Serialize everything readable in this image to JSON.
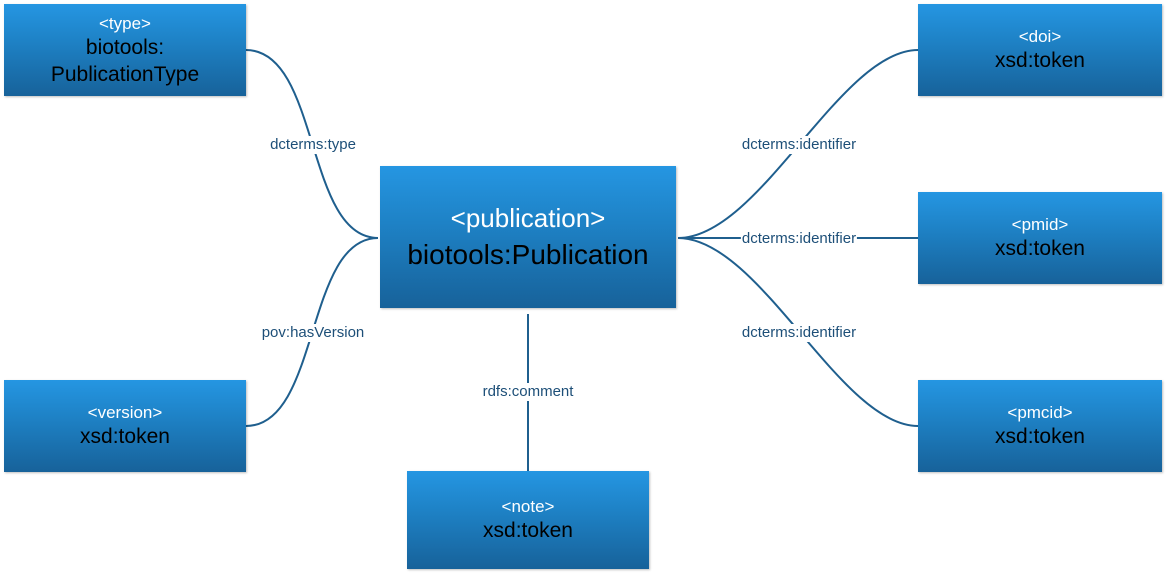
{
  "center": {
    "line1": "<publication>",
    "line2": "biotools:Publication"
  },
  "nodes": {
    "type": {
      "line1": "<type>",
      "line2": "biotools:",
      "line3": "PublicationType"
    },
    "version": {
      "line1": "<version>",
      "line2": "xsd:token"
    },
    "note": {
      "line1": "<note>",
      "line2": "xsd:token"
    },
    "doi": {
      "line1": "<doi>",
      "line2": "xsd:token"
    },
    "pmid": {
      "line1": "<pmid>",
      "line2": "xsd:token"
    },
    "pmcid": {
      "line1": "<pmcid>",
      "line2": "xsd:token"
    }
  },
  "edges": {
    "type": "dcterms:type",
    "version": "pov:hasVersion",
    "note": "rdfs:comment",
    "doi": "dcterms:identifier",
    "pmid": "dcterms:identifier",
    "pmcid": "dcterms:identifier"
  },
  "colors": {
    "node_top": "#2596e2",
    "node_bottom": "#17629a",
    "edge": "#1f5f8e",
    "label_text": "#1d4f78"
  }
}
